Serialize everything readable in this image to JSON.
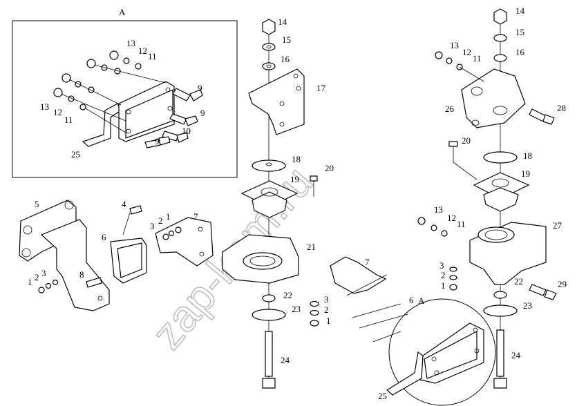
{
  "watermark": "zap-kam.ru",
  "inset_top": {
    "title": "A"
  },
  "inset_bottom": {
    "title": "A"
  },
  "labels": {
    "l1a": "1",
    "l2a": "2",
    "l3a": "3",
    "l4": "4",
    "l5": "5",
    "l6a": "6",
    "l7a": "7",
    "l8": "8",
    "l3b": "3",
    "l2b": "2",
    "l1b": "1",
    "l9a": "9",
    "l9b": "9",
    "l9c": "9",
    "l10": "10",
    "l11a": "11",
    "l11b": "11",
    "l12a": "12",
    "l12b": "12",
    "l13a": "13",
    "l13b": "13",
    "l25a": "25",
    "l14a": "14",
    "l15a": "15",
    "l16a": "16",
    "l17": "17",
    "l18a": "18",
    "l19a": "19",
    "l20a": "20",
    "l21": "21",
    "l22a": "22",
    "l23a": "23",
    "l24a": "24",
    "l3c": "3",
    "l2c": "2",
    "l1c": "1",
    "l7b": "7",
    "l6b": "6",
    "l25b": "25",
    "l14b": "14",
    "l15b": "15",
    "l16b": "16",
    "l13c": "13",
    "l12c": "12",
    "l11c": "11",
    "l26": "26",
    "l28": "28",
    "l20b": "20",
    "l18b": "18",
    "l19b": "19",
    "l13d": "13",
    "l12d": "12",
    "l11d": "11",
    "l27": "27",
    "l3d": "3",
    "l2d": "2",
    "l1d": "1",
    "l22b": "22",
    "l29": "29",
    "l23b": "23",
    "l24b": "24"
  }
}
